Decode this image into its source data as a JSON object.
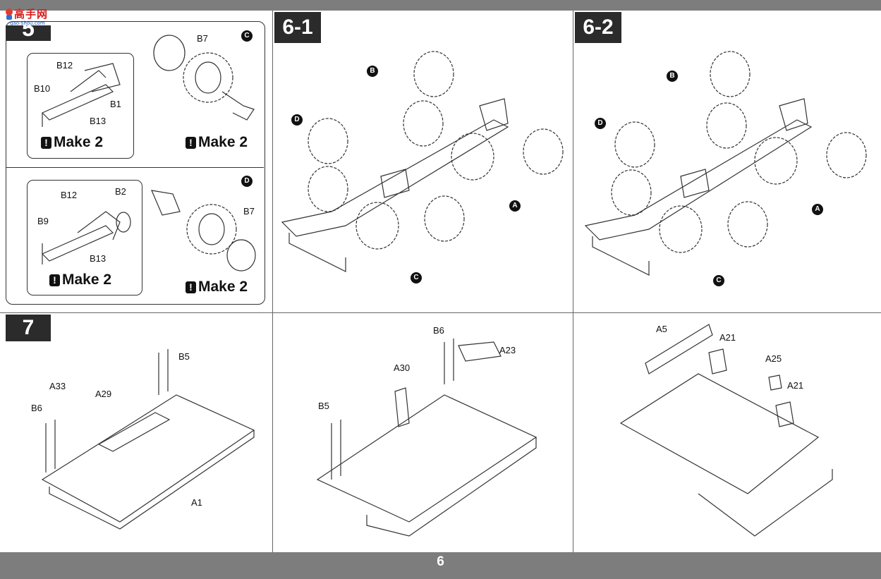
{
  "page_number": "6",
  "watermark": {
    "text": "高手网",
    "url": "gao-shou.com"
  },
  "steps": {
    "step5": {
      "number": "5"
    },
    "step6_1": {
      "number": "6-1"
    },
    "step6_2": {
      "number": "6-2"
    },
    "step7": {
      "number": "7"
    }
  },
  "callouts": {
    "a": "A",
    "b": "B",
    "c": "C",
    "d": "D"
  },
  "make_instruction": {
    "warn_glyph": "!",
    "text": "Make 2"
  },
  "parts": {
    "b1": "B1",
    "b2": "B2",
    "b5": "B5",
    "b6": "B6",
    "b7": "B7",
    "b9": "B9",
    "b10": "B10",
    "b12": "B12",
    "b13": "B13",
    "a1": "A1",
    "a5": "A5",
    "a21": "A21",
    "a23": "A23",
    "a25": "A25",
    "a29": "A29",
    "a30": "A30",
    "a33": "A33"
  }
}
